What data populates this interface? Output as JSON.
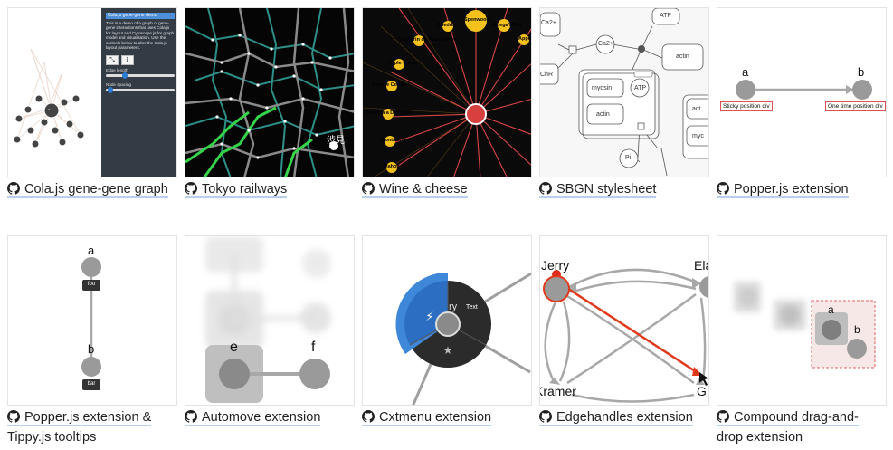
{
  "icons": {
    "repo": "github-icon"
  },
  "colors": {
    "link_underline": "#b9d0ec",
    "caption_text": "#222222"
  },
  "demos": [
    {
      "id": "cola",
      "label": "Cola.js gene-gene graph",
      "thumb": {
        "panel_title": "Cola.js gene-gene demo",
        "panel_text": "This is a demo of a graph of gene-gene interactions that uses Cola.js for layout and Cytoscape.js for graph model and visualisation. Use the controls below to alter the Cola.js layout parameters.",
        "btn1": "⤡",
        "btn2": "ℹ",
        "slider1": "Edge length",
        "slider2": "Node spacing"
      }
    },
    {
      "id": "tokyo",
      "label": "Tokyo railways",
      "thumb": {
        "station": "渋見"
      }
    },
    {
      "id": "wine",
      "label": "Wine & cheese",
      "thumb": {
        "nodes": [
          "Cheddar",
          "Spenwood",
          "Vacherin du Haut-Doubs",
          "Afuega'l Pitu",
          "Appe",
          "Triple Creme",
          "Tomme Couleur",
          "Robiola a Due Latti",
          "Montasio",
          "Mahon"
        ]
      }
    },
    {
      "id": "sbgn",
      "label": "SBGN stylesheet",
      "thumb": {
        "ca2": "Ca2+",
        "ca2b": "Ca2+",
        "atp": "ATP",
        "actin": "actin",
        "myosin": "myosin",
        "atp2": "ATP",
        "actin2": "actin",
        "pi": "Pi",
        "chr": "ChR",
        "act": "act",
        "myc": "myc"
      }
    },
    {
      "id": "popper",
      "label": "Popper.js extension",
      "thumb": {
        "node_a": "a",
        "node_b": "b",
        "tip_a": "Sticky position div",
        "tip_b": "One time position div"
      }
    },
    {
      "id": "tippy",
      "label": "Popper.js extension & ",
      "label2": "Tippy.js tooltips",
      "thumb": {
        "node_a": "a",
        "node_b": "b",
        "tip_a": "foo",
        "tip_b": "bar"
      }
    },
    {
      "id": "automove",
      "label": "Automove extension",
      "thumb": {
        "node_e": "e",
        "node_f": "f"
      }
    },
    {
      "id": "cxtmenu",
      "label": "Cxtmenu extension",
      "thumb": {
        "item_text": "Text",
        "item_partial": "ry"
      }
    },
    {
      "id": "edgehandles",
      "label": "Edgehandles extension",
      "thumb": {
        "jerry": "Jerry",
        "elaine": "Ela",
        "kramer": "Kramer",
        "george": "G"
      }
    },
    {
      "id": "compound",
      "label": "Compound drag-and-",
      "label2": "drop extension",
      "thumb": {
        "node_a": "a",
        "node_b": "b"
      }
    }
  ]
}
